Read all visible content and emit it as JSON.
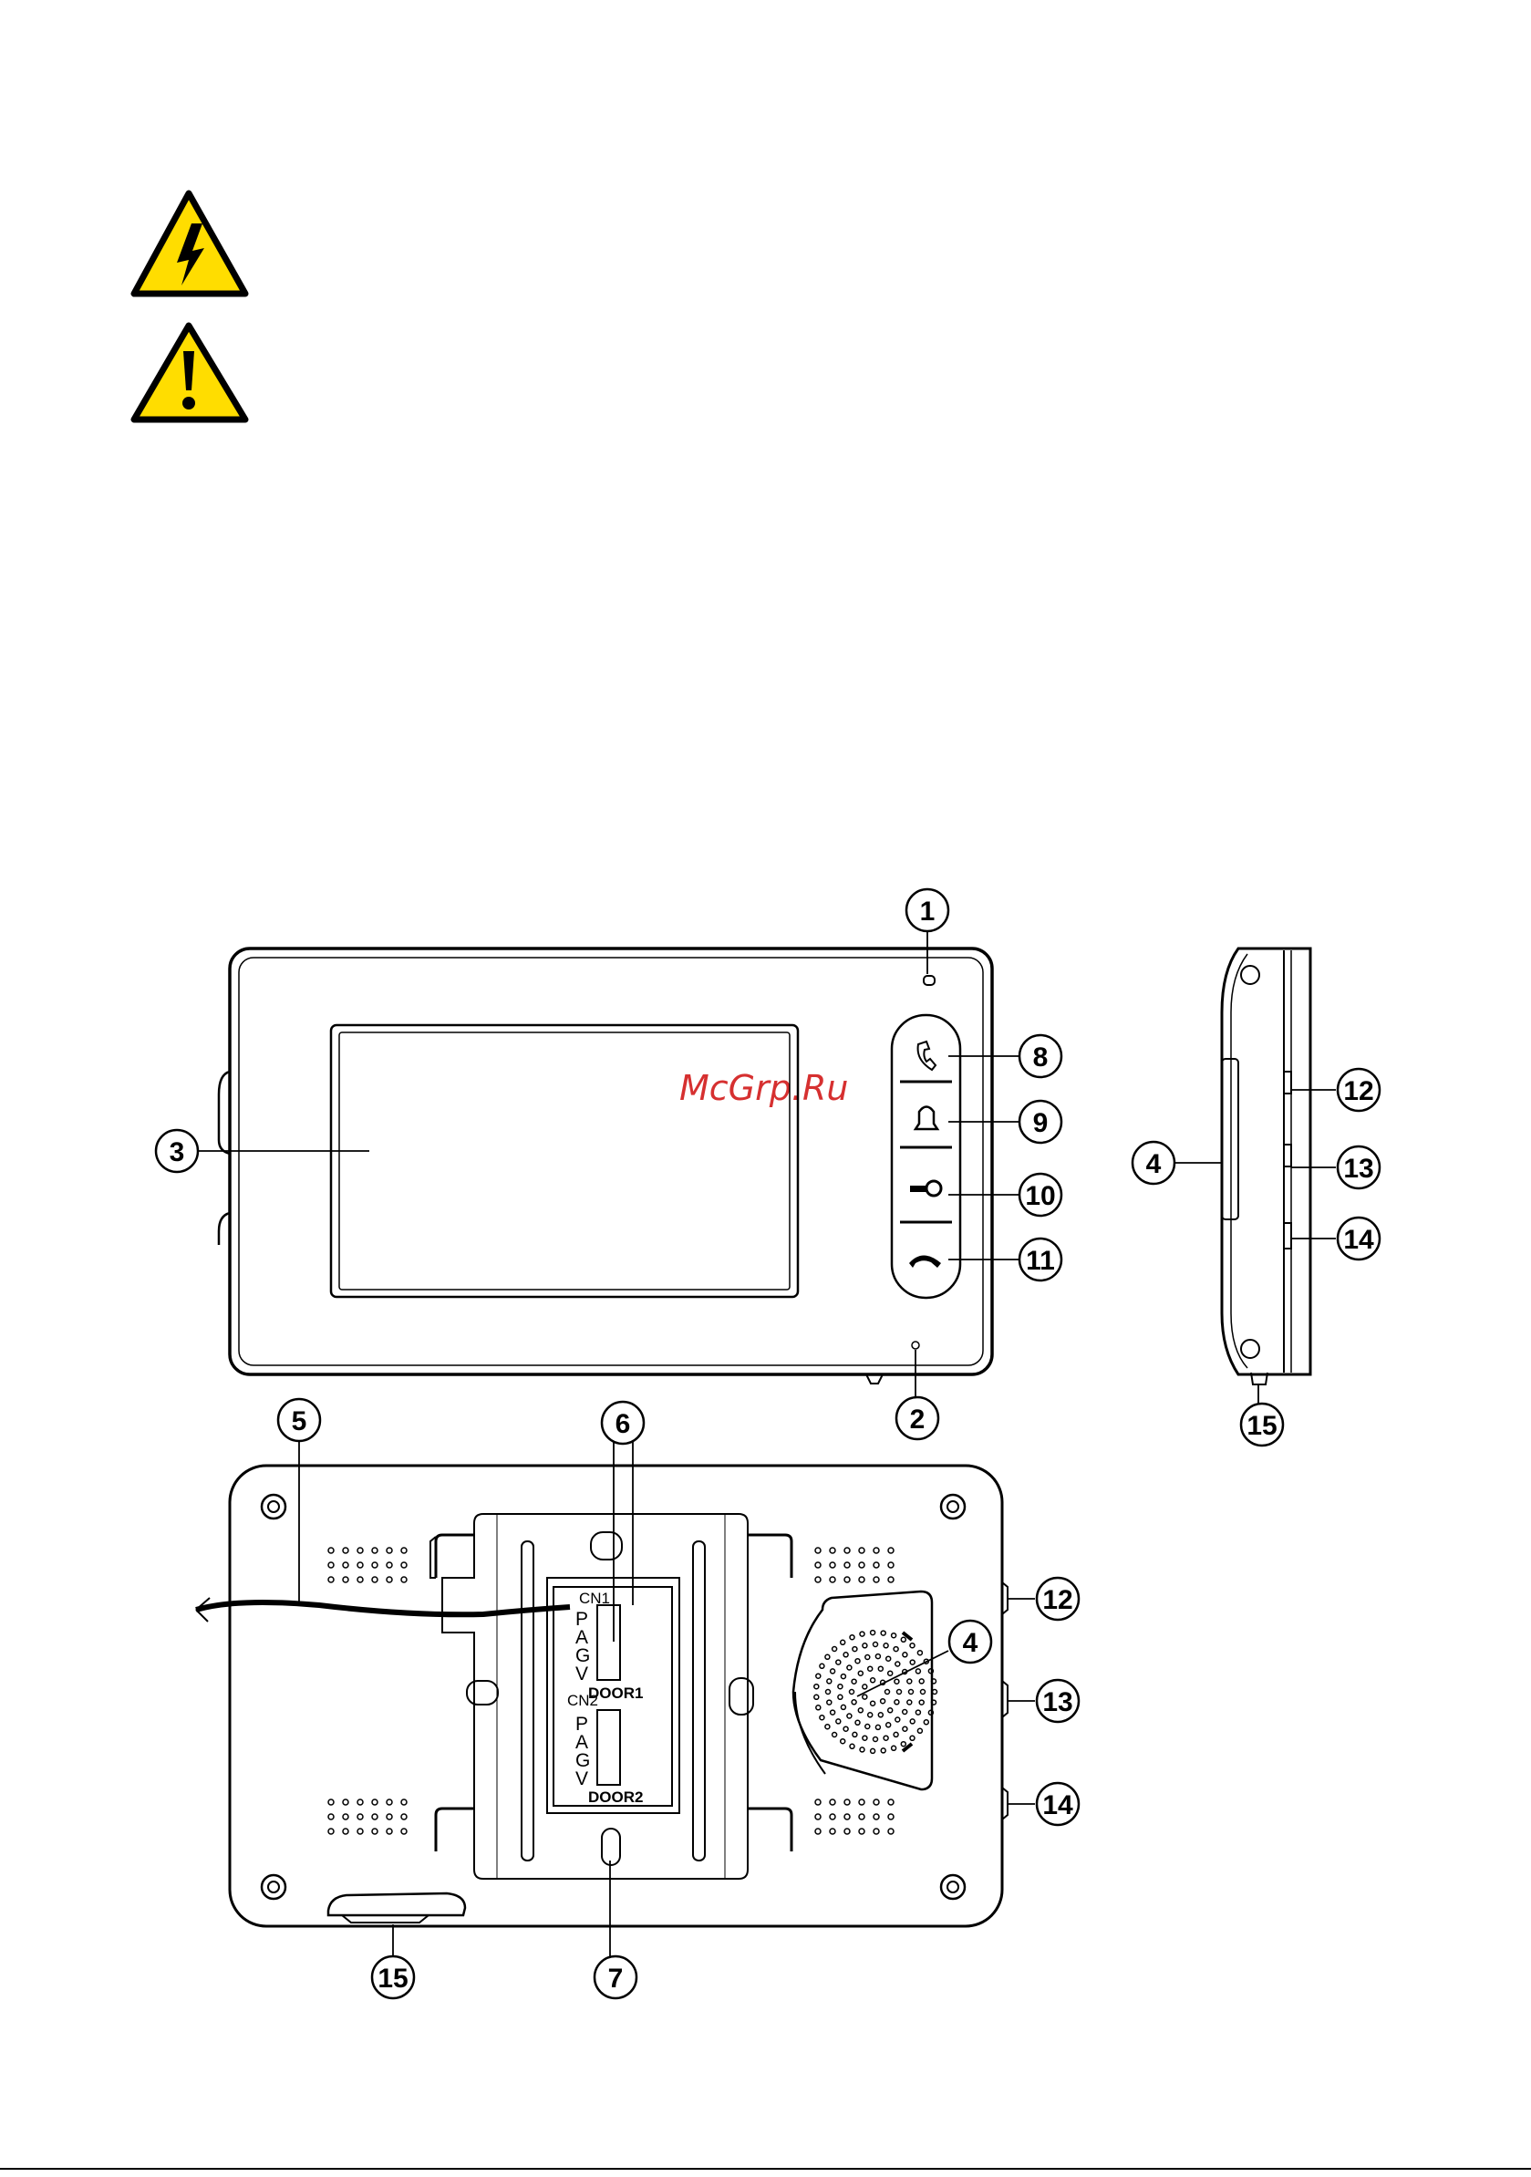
{
  "watermark": "McGrp.Ru",
  "icons": {
    "electric_warning": "high-voltage-warning-icon",
    "general_warning": "exclamation-warning-icon",
    "call_button": "phone-icon",
    "monitor_button": "bell-icon",
    "unlock_button": "key-icon",
    "hangup_button": "hang-up-icon"
  },
  "colors": {
    "warning_yellow": "#ffdd00",
    "line": "#000000",
    "watermark": "#d63030"
  },
  "callouts": {
    "c1": "1",
    "c2": "2",
    "c3": "3",
    "c4": "4",
    "c5": "5",
    "c6": "6",
    "c7": "7",
    "c8": "8",
    "c9": "9",
    "c10": "10",
    "c11": "11",
    "c12": "12",
    "c13": "13",
    "c14": "14",
    "c15": "15"
  },
  "connectors": {
    "cn1": "CN1",
    "cn2": "CN2",
    "door1": "DOOR1",
    "door2": "DOOR2",
    "pins": [
      "P",
      "A",
      "G",
      "V"
    ]
  }
}
